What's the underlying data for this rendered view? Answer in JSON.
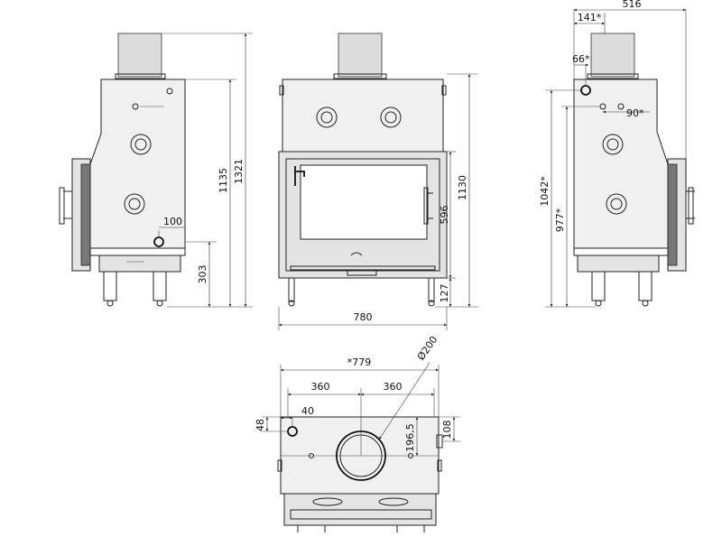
{
  "dimensions": {
    "side_left": {
      "height_1321": "1321",
      "height_1135": "1135",
      "height_303": "303",
      "offset_100": "100"
    },
    "front": {
      "height_1130": "1130",
      "height_596": "596",
      "height_127": "127",
      "width_780": "780"
    },
    "side_right": {
      "width_516": "516",
      "offset_141": "141*",
      "offset_66": "66*",
      "offset_90": "90*",
      "height_1042": "1042*",
      "height_977": "977*"
    },
    "top_view": {
      "width_779": "*779",
      "half_left_360": "360",
      "half_right_360": "360",
      "diameter_200": "Ø200",
      "offset_40": "40",
      "offset_48": "48",
      "offset_108": "108",
      "offset_196": "196,5"
    }
  }
}
